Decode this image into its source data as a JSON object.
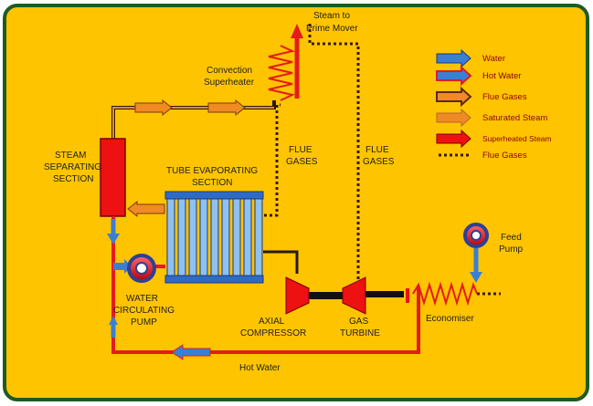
{
  "labels": {
    "steam_to_prime_mover": [
      "Steam to",
      "Prime Mover"
    ],
    "convection_superheater": [
      "Convection",
      "Superheater"
    ],
    "steam_separating_section": [
      "STEAM",
      "SEPARATING",
      "SECTION"
    ],
    "tube_evaporating_section": [
      "TUBE EVAPORATING",
      "SECTION"
    ],
    "flue_gases_left": [
      "FLUE",
      "GASES"
    ],
    "flue_gases_right": [
      "FLUE",
      "GASES"
    ],
    "feed_pump": [
      "Feed",
      "Pump"
    ],
    "water_circulating_pump": [
      "WATER",
      "CIRCULATING",
      "PUMP"
    ],
    "axial_compressor": [
      "AXIAL",
      "COMPRESSOR"
    ],
    "gas_turbine": [
      "GAS",
      "TURBINE"
    ],
    "economiser": "Economiser",
    "hot_water": "Hot Water"
  },
  "legend": [
    {
      "label": "Water",
      "icon": "blue-arrow",
      "color": "#3a7fd5"
    },
    {
      "label": "Hot Water",
      "icon": "blue-red-arrow",
      "color": "#3a7fd5"
    },
    {
      "label": "Flue Gases",
      "icon": "brown-arrow",
      "color": "#b06a2a"
    },
    {
      "label": "Saturated Steam",
      "icon": "orange-arrow",
      "color": "#f08a24"
    },
    {
      "label": "Superheated Steam",
      "icon": "red-arrow",
      "color": "#ee1111"
    },
    {
      "label": "Flue Gases",
      "icon": "dotted-line",
      "color": "#5a2a10"
    }
  ],
  "colors": {
    "background": "#ffc400",
    "border": "#1f5a23",
    "pipe_red": "#e41b1b",
    "pipe_blue": "#3a7fd5",
    "steam_orange": "#f08a24",
    "flue_dots": "#3a1a0a",
    "evaporator_tubes": "#6fa8e6"
  }
}
